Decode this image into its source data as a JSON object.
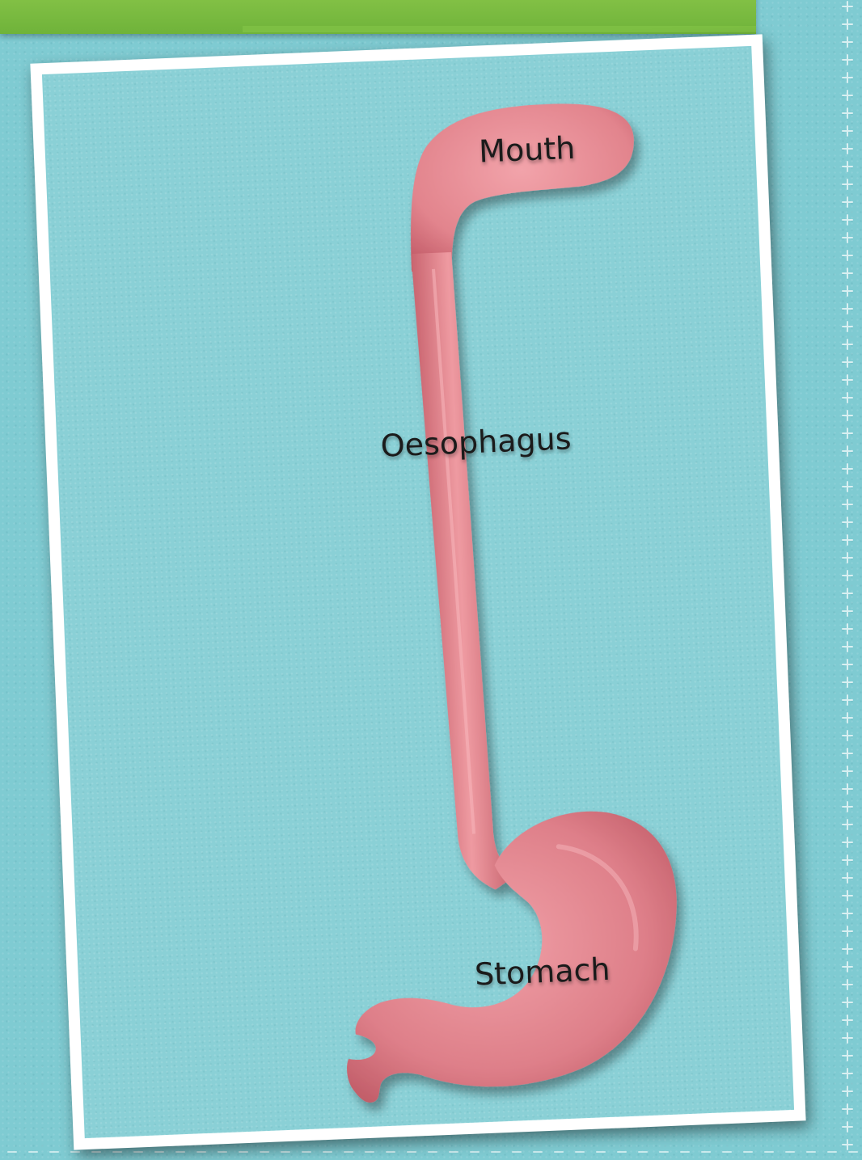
{
  "diagram": {
    "labels": {
      "mouth": "Mouth",
      "oesophagus": "Oesophagus",
      "stomach": "Stomach"
    }
  },
  "colors": {
    "background": "#7fcbd2",
    "banner": "#7dbf43",
    "card": "#ffffff",
    "organ": "#e58a92",
    "organ_shadow": "#c7616c"
  }
}
